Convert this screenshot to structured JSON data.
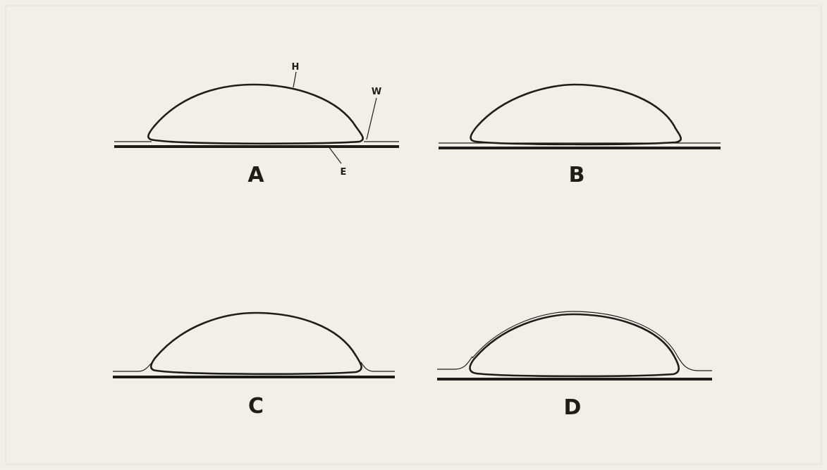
{
  "panels": [
    {
      "id": "a",
      "label": "A"
    },
    {
      "id": "b",
      "label": "B"
    },
    {
      "id": "c",
      "label": "C"
    },
    {
      "id": "d",
      "label": "D"
    }
  ],
  "callouts": {
    "h": "H",
    "w": "W",
    "e": "E"
  },
  "colors": {
    "background": "#f2f0e6",
    "ink": "#1f1d1a"
  }
}
